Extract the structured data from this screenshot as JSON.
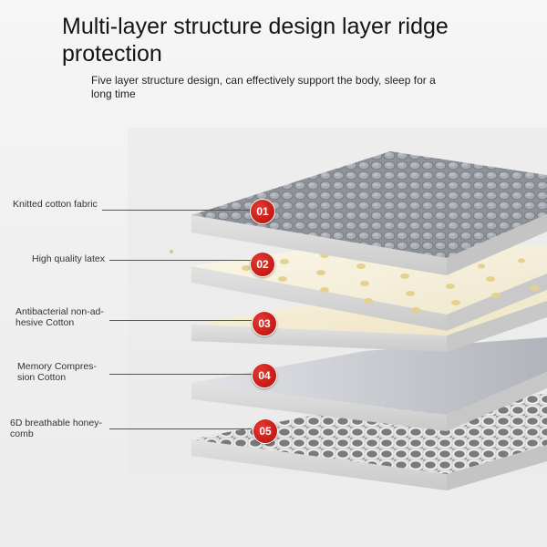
{
  "header": {
    "title": "Multi-layer structure design layer ridge protection",
    "subtitle": "Five layer structure design, can effectively support the body, sleep for a long time"
  },
  "layers": [
    {
      "number": "01",
      "label": "Knitted cotton fabric"
    },
    {
      "number": "02",
      "label": "High quality latex"
    },
    {
      "number": "03",
      "label": "Antibacterial non-ad-hesive Cotton"
    },
    {
      "number": "04",
      "label": "Memory Compres-sion Cotton"
    },
    {
      "number": "05",
      "label": "6D breathable honey-comb"
    }
  ],
  "colors": {
    "badge": "#c91f1a",
    "fabric_top": "#8d9299",
    "latex_top": "#f6f1de",
    "cotton_top": "#f7efd8",
    "memory_top": "#cfd1d6",
    "honeycomb_top": "#9a9a9a"
  }
}
